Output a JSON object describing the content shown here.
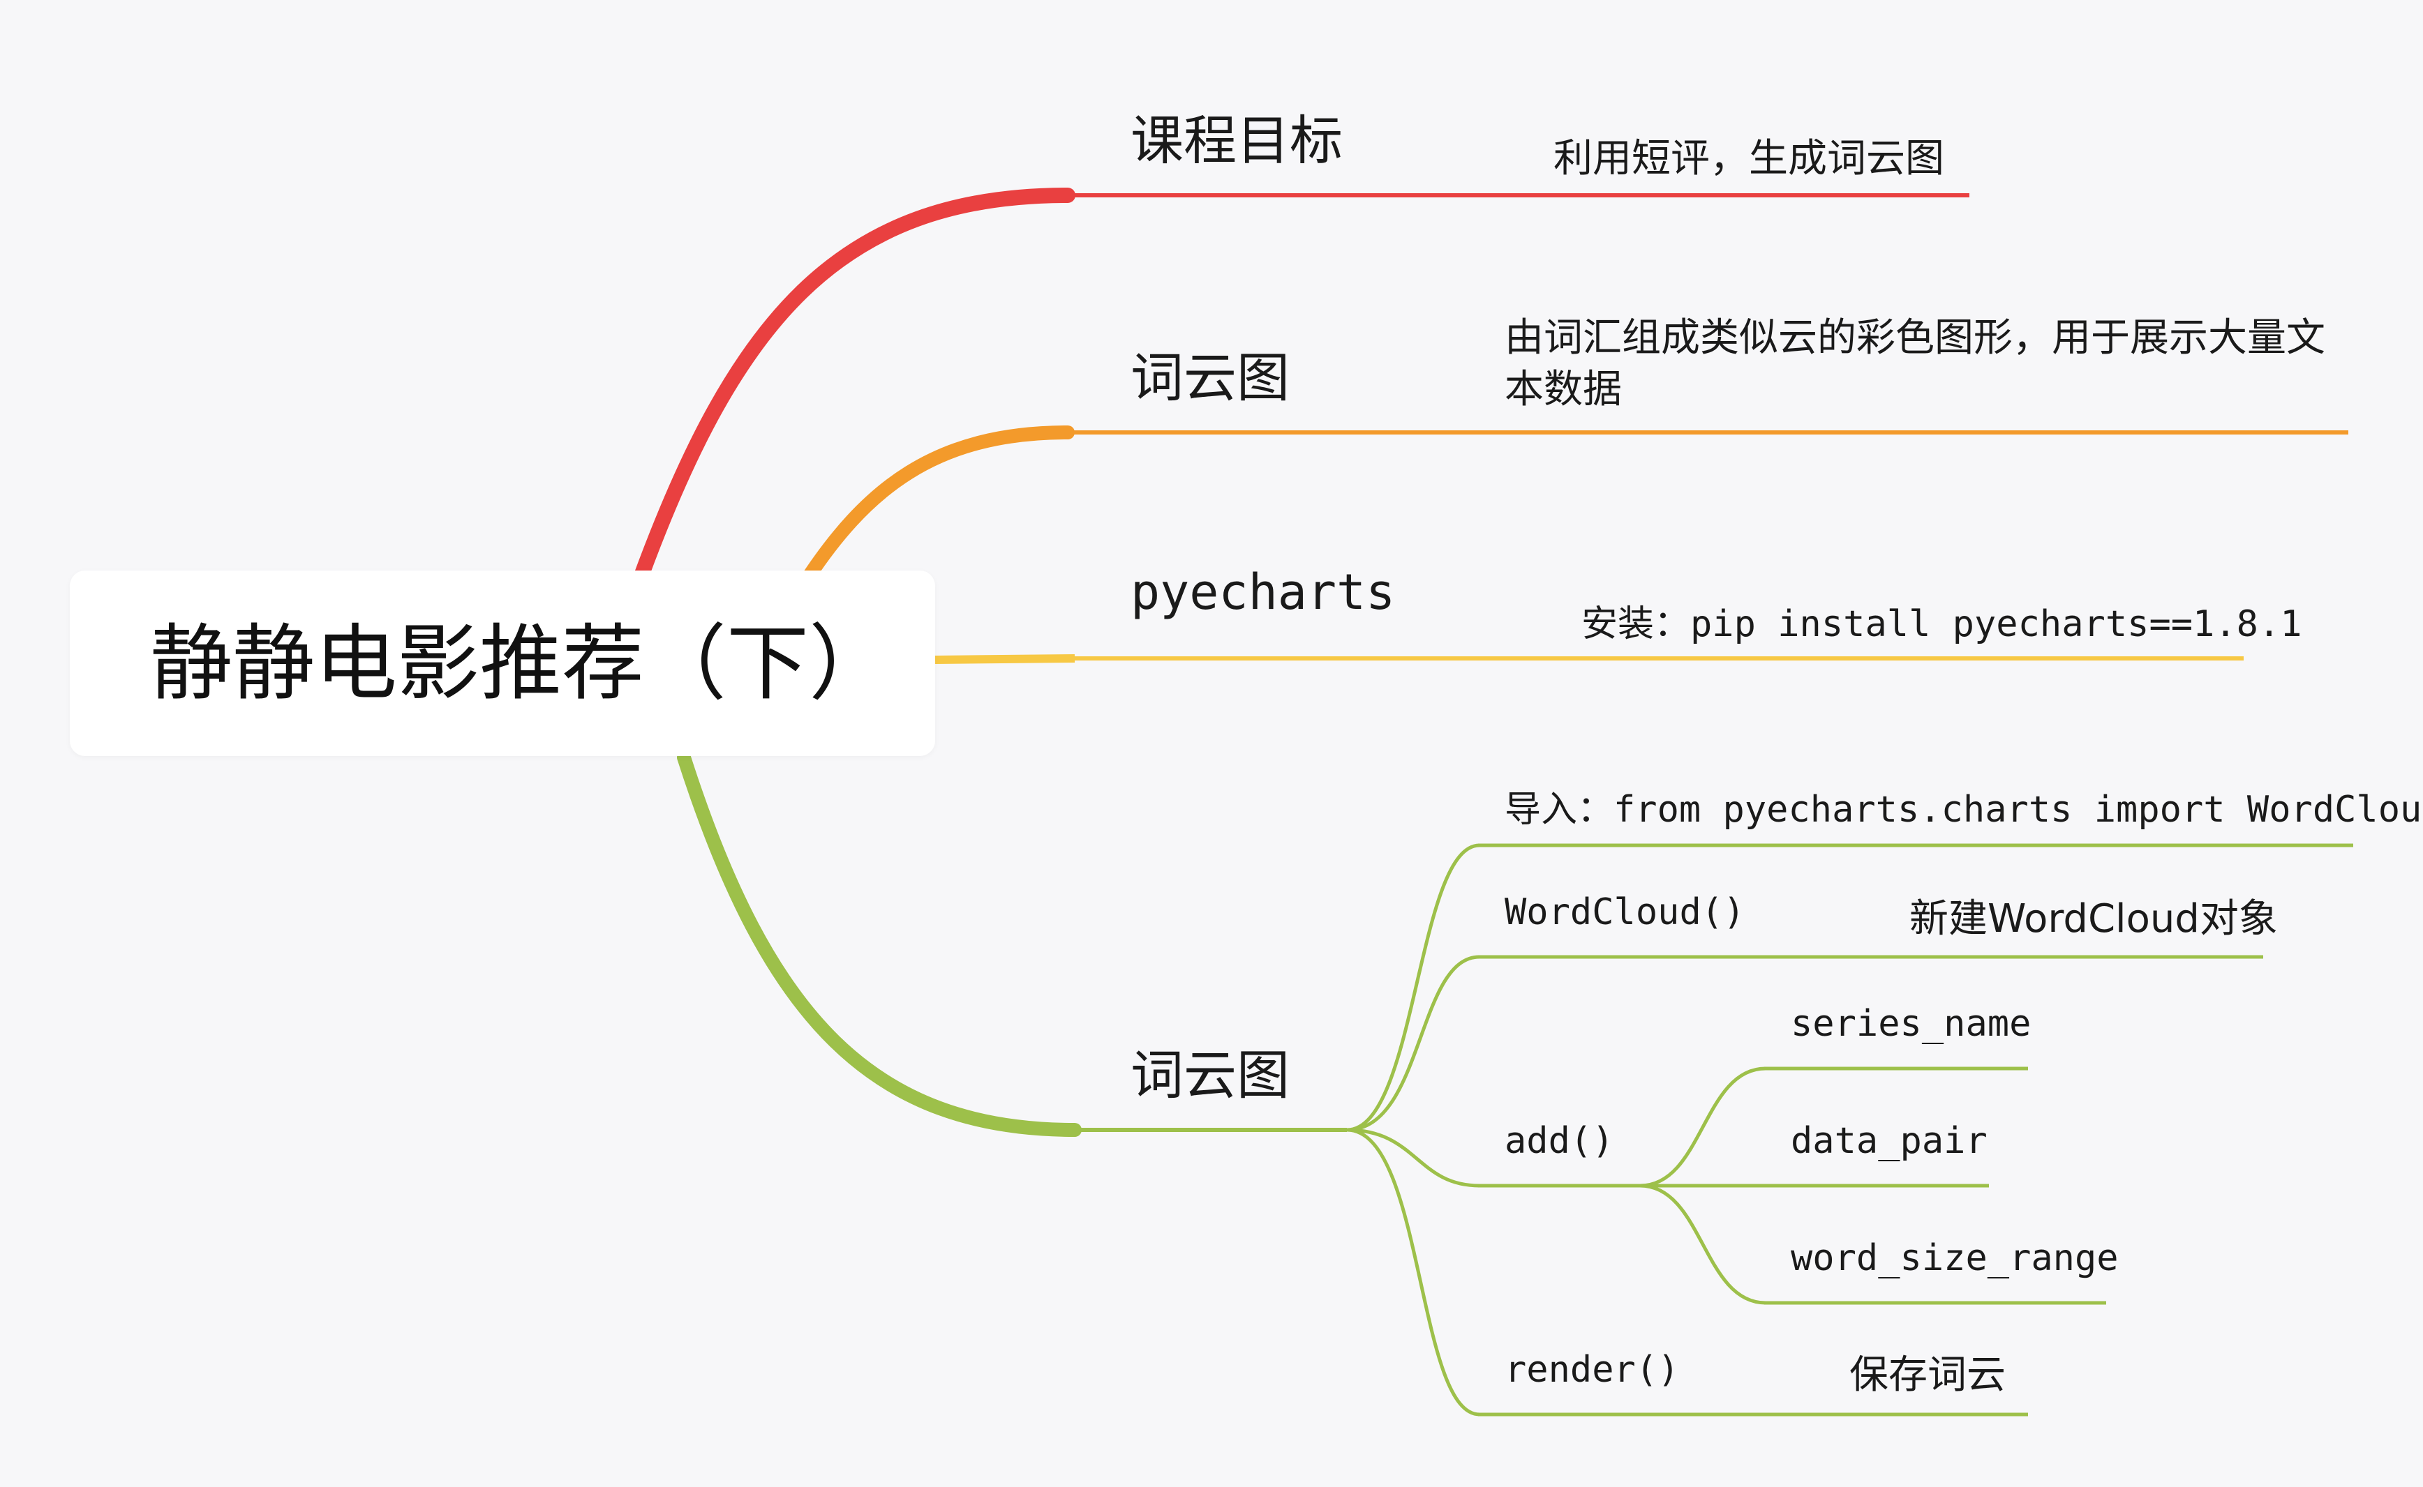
{
  "root": {
    "title": "静静电影推荐（下）"
  },
  "branches": [
    {
      "label": "课程目标",
      "color": "#e94040",
      "children": [
        {
          "text": "利用短评，生成词云图"
        }
      ]
    },
    {
      "label": "词云图",
      "color": "#f39a2b",
      "children": [
        {
          "text": "由词汇组成类似云的彩色图形，用于展示大量文本数据"
        }
      ]
    },
    {
      "label": "pyecharts",
      "color": "#f7c844",
      "children": [
        {
          "text": "安装：pip install pyecharts==1.8.1"
        }
      ]
    },
    {
      "label": "词云图",
      "color": "#9dc04a",
      "children": [
        {
          "text": "导入：from pyecharts.charts import WordCloud"
        },
        {
          "text": "WordCloud()",
          "note": "新建WordCloud对象"
        },
        {
          "text": "add()",
          "params": [
            "series_name",
            "data_pair",
            "word_size_range"
          ]
        },
        {
          "text": "render()",
          "note": "保存词云"
        }
      ]
    }
  ]
}
